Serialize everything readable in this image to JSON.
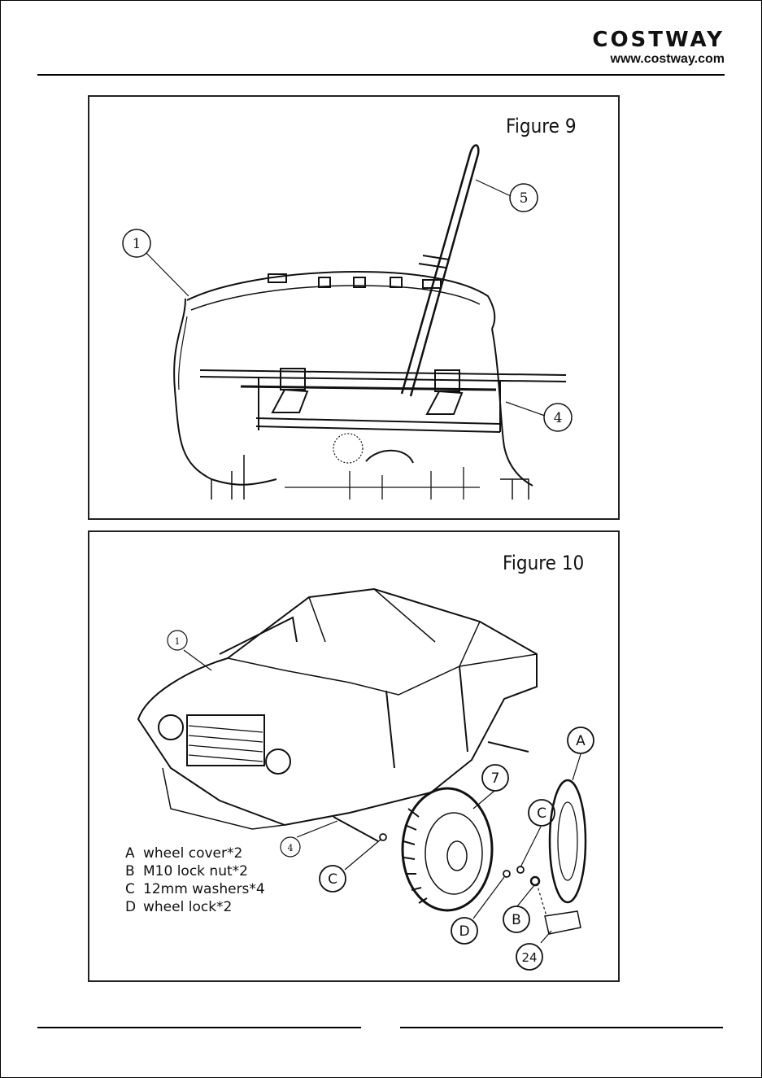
{
  "header": {
    "brand": "COSTWAY",
    "url": "www.costway.com"
  },
  "figure9": {
    "title": "Figure 9",
    "callouts": [
      "1",
      "5",
      "4"
    ]
  },
  "figure10": {
    "title": "Figure 10",
    "callouts": [
      "1",
      "4",
      "7",
      "A",
      "C",
      "C",
      "D",
      "B",
      "24"
    ],
    "legend": [
      {
        "letter": "A",
        "text": "wheel cover*2"
      },
      {
        "letter": "B",
        "text": "M10 lock nut*2"
      },
      {
        "letter": "C",
        "text": "12mm washers*4"
      },
      {
        "letter": "D",
        "text": "wheel lock*2"
      }
    ]
  }
}
